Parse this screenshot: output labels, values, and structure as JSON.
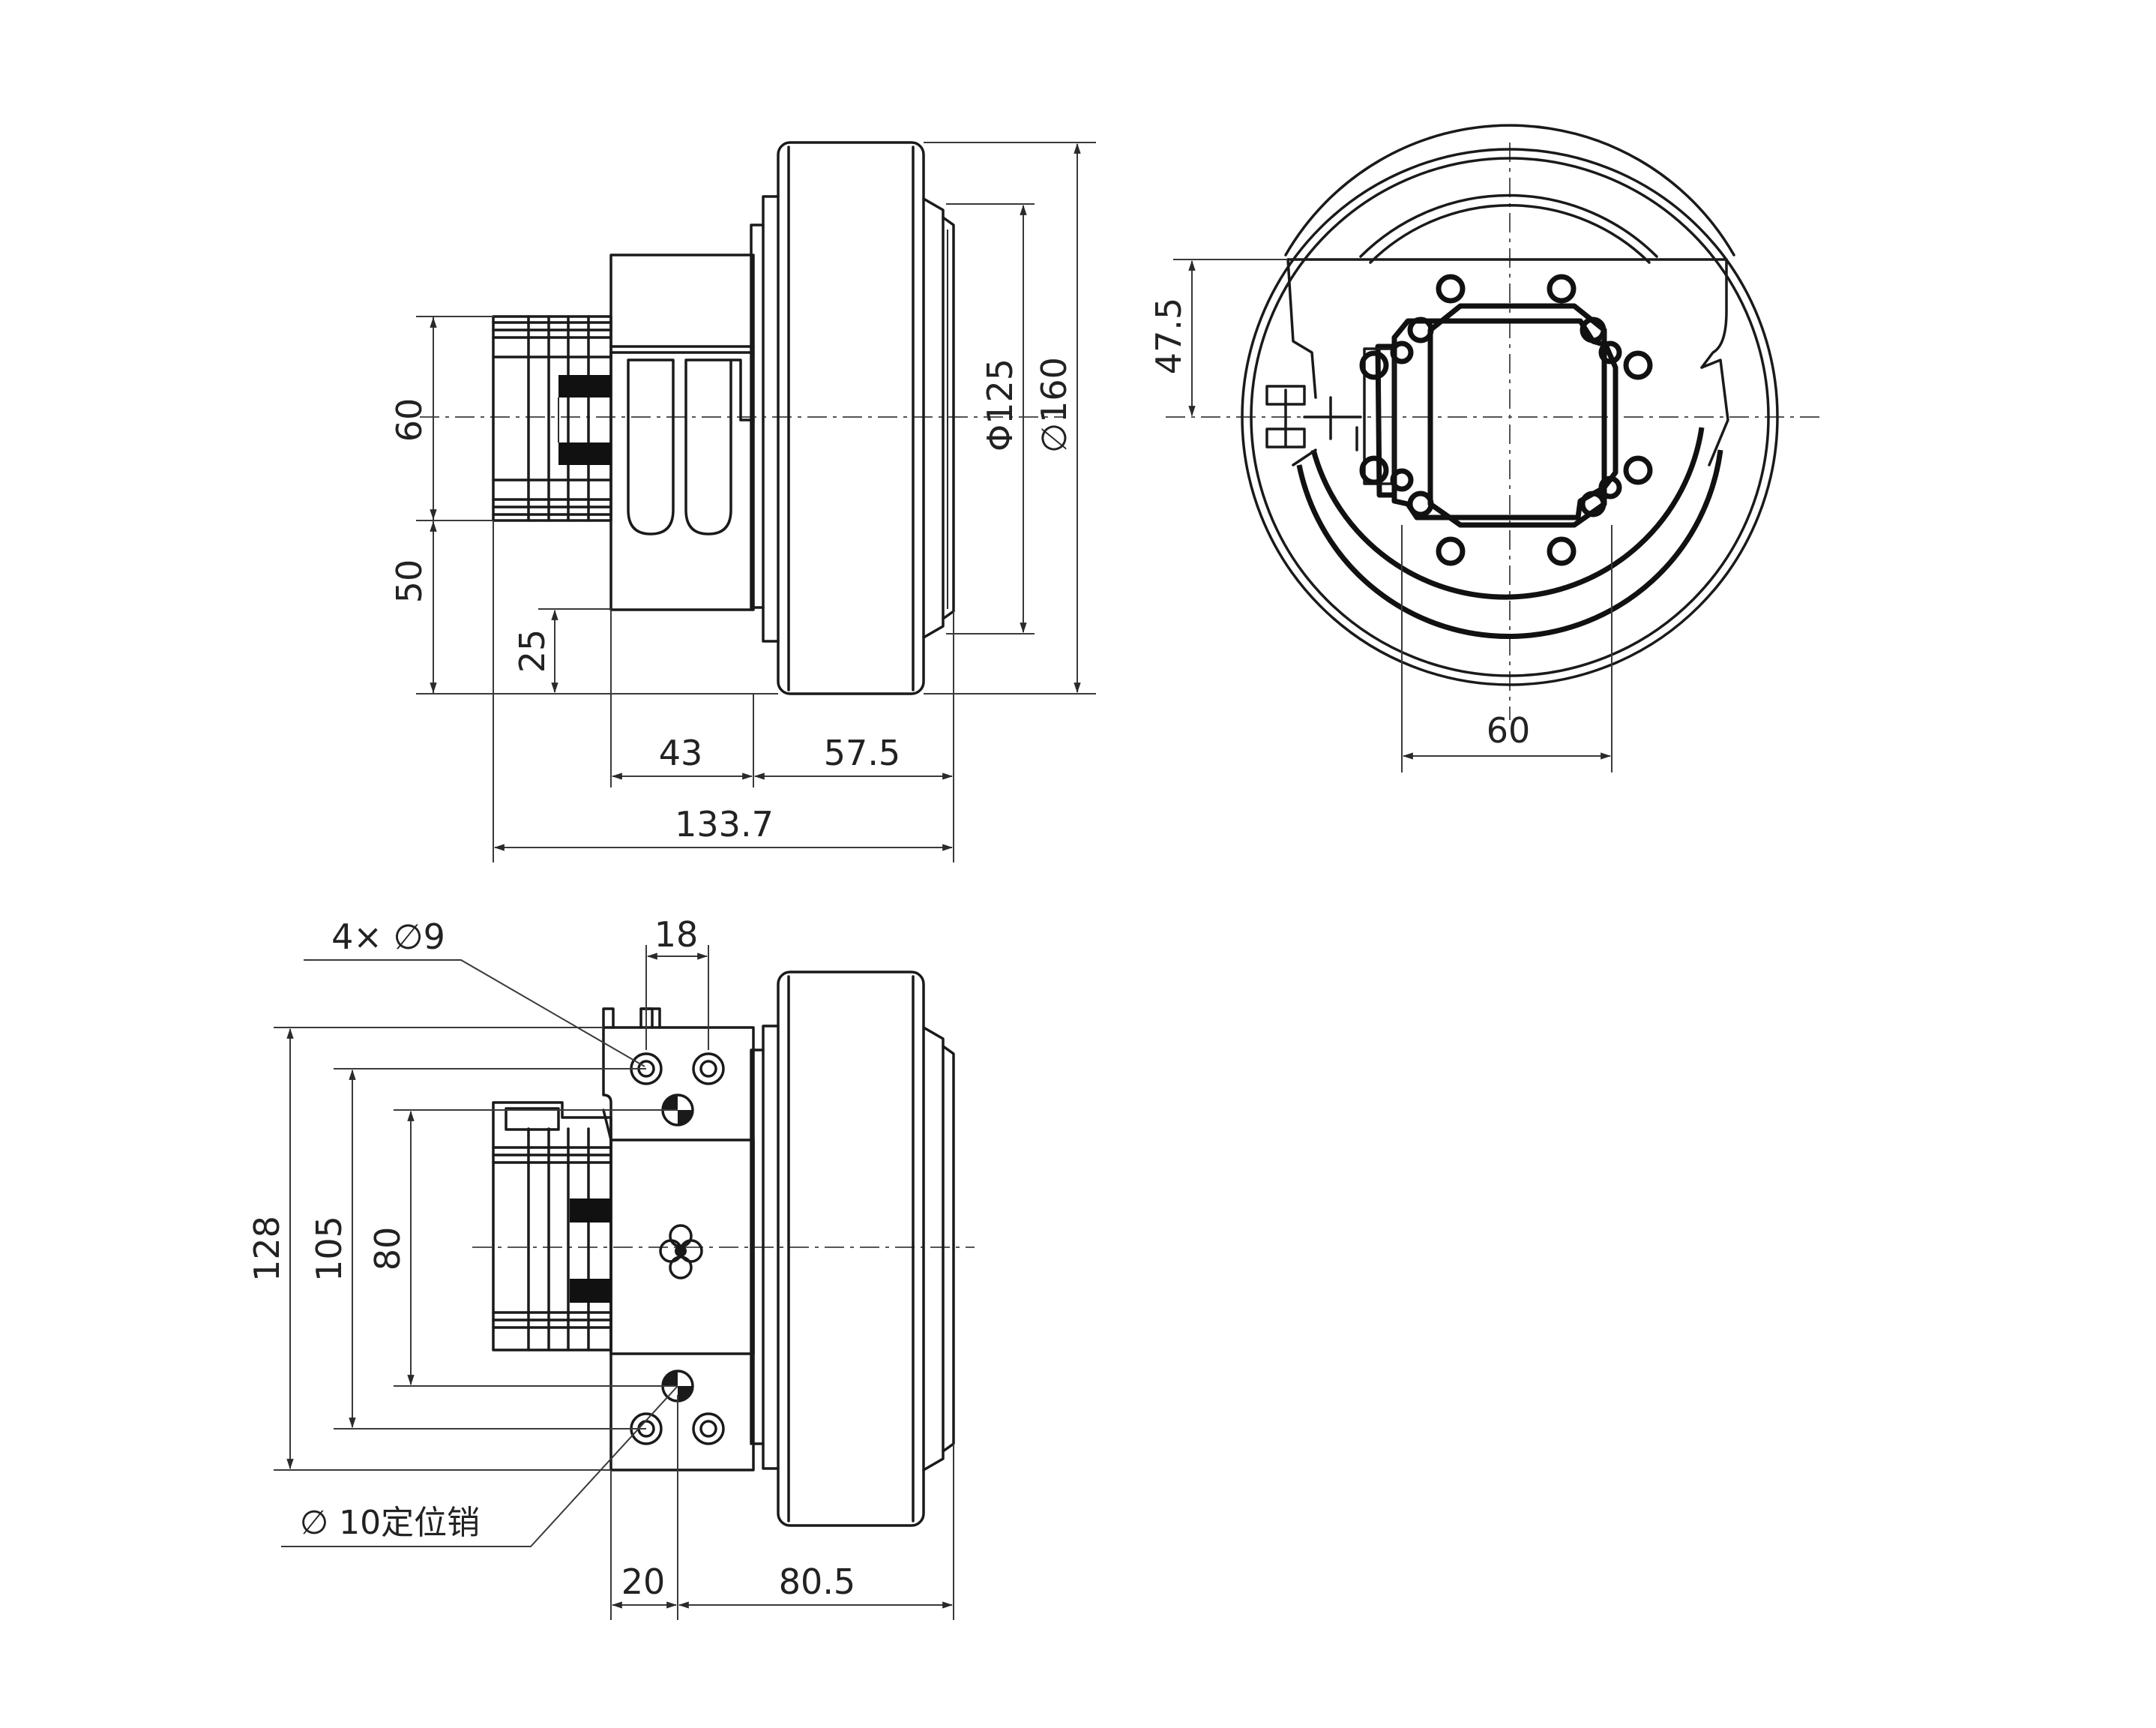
{
  "side_view": {
    "dims": {
      "h_60": "60",
      "h_50": "50",
      "h_25": "25",
      "w_43": "43",
      "w_57_5": "57.5",
      "w_total": "133.7",
      "d_125": "Φ125",
      "d_160": "∅160"
    }
  },
  "front_view": {
    "dims": {
      "h_47_5": "47.5",
      "w_60": "60"
    }
  },
  "top_view": {
    "dims": {
      "holes": "4× ∅9",
      "w_18": "18",
      "h_128": "128",
      "h_105": "105",
      "h_80": "80",
      "pin": "∅ 10定位销",
      "w_20": "20",
      "w_80_5": "80.5"
    }
  },
  "colors": {
    "line": "#1a1a1a",
    "background": "#ffffff"
  }
}
